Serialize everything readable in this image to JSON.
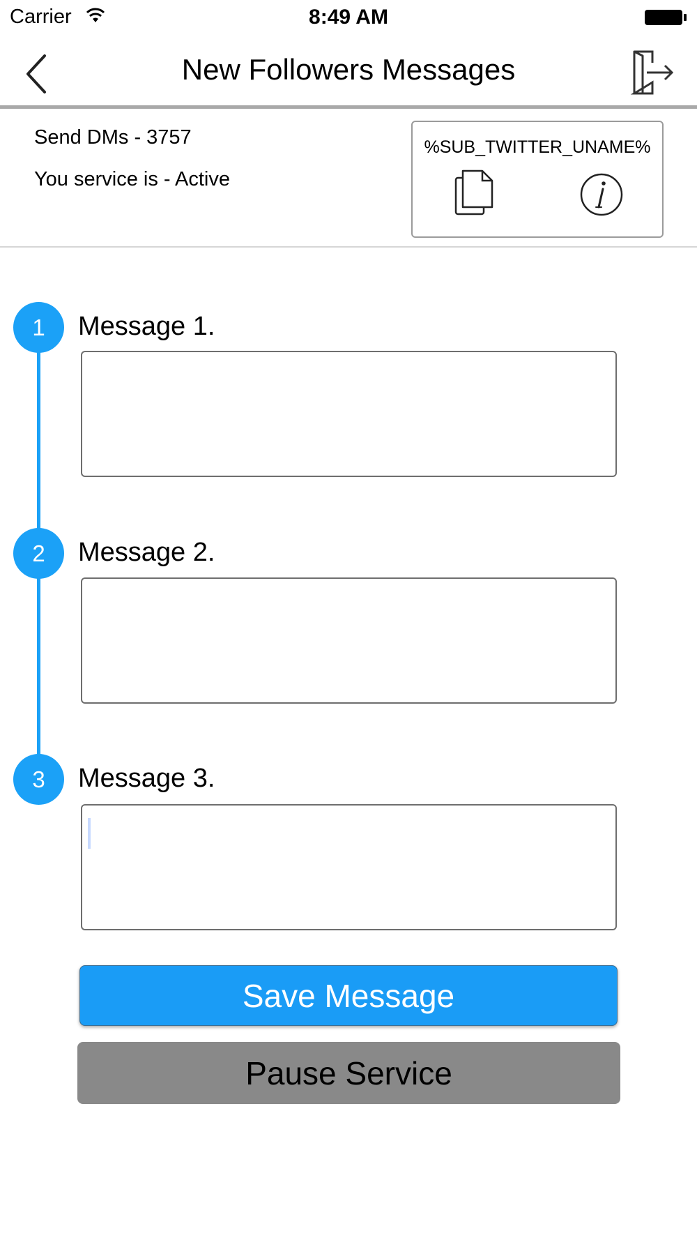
{
  "status_bar": {
    "carrier": "Carrier",
    "time": "8:49 AM",
    "wifi_icon": "wifi-icon",
    "battery_icon": "battery-icon"
  },
  "nav": {
    "title": "New Followers Messages",
    "back_icon": "chevron-left-icon",
    "logout_icon": "logout-door-icon"
  },
  "info": {
    "send_dms": "Send DMs - 3757",
    "service_status": "You service is - Active",
    "placeholder_token": "%SUB_TWITTER_UNAME%",
    "copy_icon": "copy-icon",
    "info_icon": "info-icon"
  },
  "steps": [
    {
      "number": "1",
      "label": "Message  1.",
      "value": ""
    },
    {
      "number": "2",
      "label": "Message  2.",
      "value": ""
    },
    {
      "number": "3",
      "label": "Message  3.",
      "value": ""
    }
  ],
  "buttons": {
    "save": "Save Message",
    "pause": "Pause Service"
  },
  "colors": {
    "accent": "#1ba1f7",
    "pause_bg": "#898989",
    "divider": "#a9a9a9"
  }
}
